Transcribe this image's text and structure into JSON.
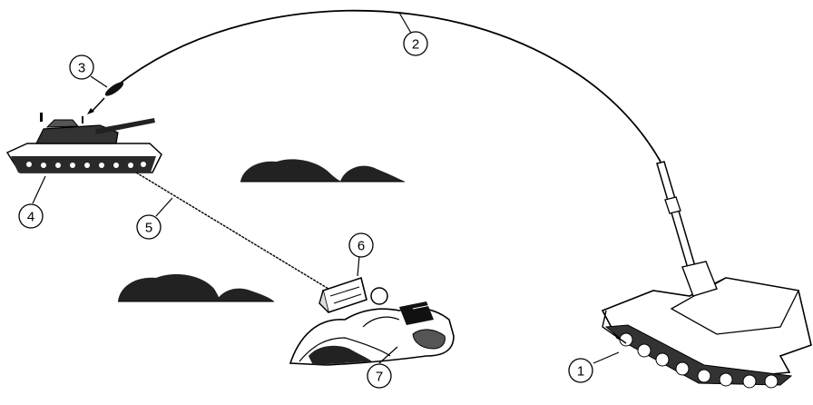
{
  "callouts": [
    {
      "id": "1",
      "label": "1",
      "refers_to": "self-propelled-howitzer"
    },
    {
      "id": "2",
      "label": "2",
      "refers_to": "projectile-trajectory"
    },
    {
      "id": "3",
      "label": "3",
      "refers_to": "guided-projectile"
    },
    {
      "id": "4",
      "label": "4",
      "refers_to": "target-tank"
    },
    {
      "id": "5",
      "label": "5",
      "refers_to": "laser-beam"
    },
    {
      "id": "6",
      "label": "6",
      "refers_to": "laser-designator"
    },
    {
      "id": "7",
      "label": "7",
      "refers_to": "forward-observer"
    }
  ],
  "colors": {
    "ink": "#000000",
    "background": "#ffffff"
  }
}
